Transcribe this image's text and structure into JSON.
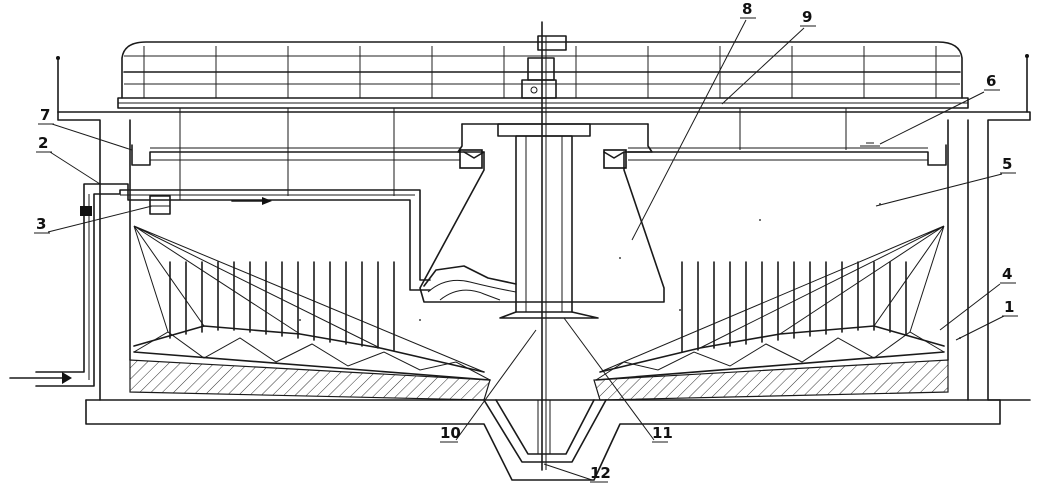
{
  "figure": {
    "callouts": [
      {
        "id": "c1",
        "label": "1"
      },
      {
        "id": "c2",
        "label": "2"
      },
      {
        "id": "c3",
        "label": "3"
      },
      {
        "id": "c4",
        "label": "4"
      },
      {
        "id": "c5",
        "label": "5"
      },
      {
        "id": "c6",
        "label": "6"
      },
      {
        "id": "c7",
        "label": "7"
      },
      {
        "id": "c8",
        "label": "8"
      },
      {
        "id": "c9",
        "label": "9"
      },
      {
        "id": "c10",
        "label": "10"
      },
      {
        "id": "c11",
        "label": "11"
      },
      {
        "id": "c12",
        "label": "12"
      }
    ]
  }
}
